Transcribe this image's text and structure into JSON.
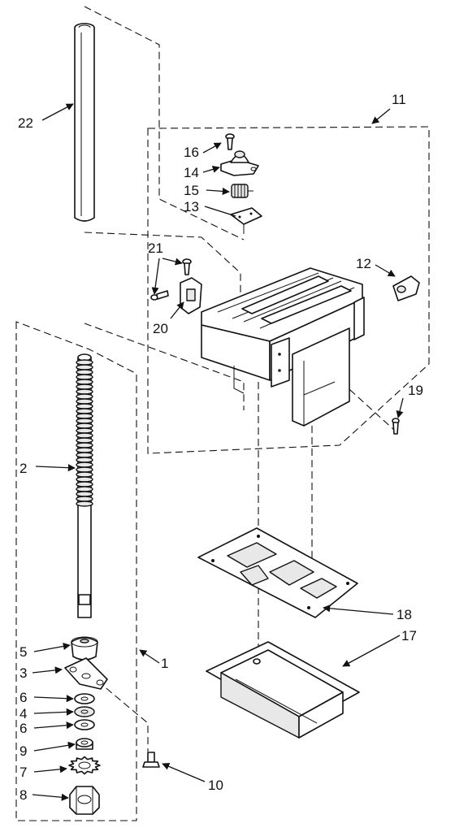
{
  "callouts": {
    "c1": "1",
    "c2": "2",
    "c3": "3",
    "c4": "4",
    "c5": "5",
    "c6a": "6",
    "c6b": "6",
    "c7": "7",
    "c8": "8",
    "c9": "9",
    "c10": "10",
    "c11": "11",
    "c12": "12",
    "c13": "13",
    "c14": "14",
    "c15": "15",
    "c16": "16",
    "c17": "17",
    "c18": "18",
    "c19": "19",
    "c20": "20",
    "c21": "21",
    "c22": "22"
  },
  "colors": {
    "ink": "#111111",
    "paper": "#ffffff"
  }
}
